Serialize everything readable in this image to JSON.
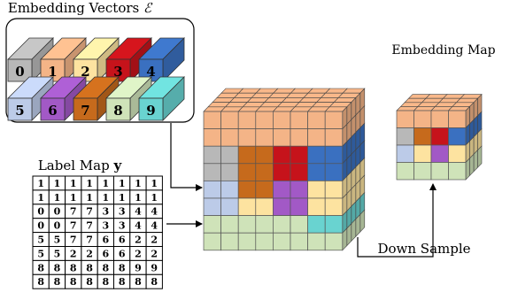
{
  "embedding_vectors": {
    "title": "Embedding Vectors",
    "symbol": "ℰ",
    "vectors": [
      {
        "id": "0",
        "color": "#b8b8b8"
      },
      {
        "id": "1",
        "color": "#f4b487"
      },
      {
        "id": "2",
        "color": "#fde3a0"
      },
      {
        "id": "3",
        "color": "#c6131b"
      },
      {
        "id": "4",
        "color": "#3a70c0"
      },
      {
        "id": "5",
        "color": "#bccbe8"
      },
      {
        "id": "6",
        "color": "#a259c6"
      },
      {
        "id": "7",
        "color": "#c66a1c"
      },
      {
        "id": "8",
        "color": "#cfe3b9"
      },
      {
        "id": "9",
        "color": "#69d3d0"
      }
    ]
  },
  "label_map": {
    "title": "Label Map",
    "symbol": "y",
    "rows": [
      [
        "1",
        "1",
        "1",
        "1",
        "1",
        "1",
        "1",
        "1"
      ],
      [
        "1",
        "1",
        "1",
        "1",
        "1",
        "1",
        "1",
        "1"
      ],
      [
        "0",
        "0",
        "7",
        "7",
        "3",
        "3",
        "4",
        "4"
      ],
      [
        "0",
        "0",
        "7",
        "7",
        "3",
        "3",
        "4",
        "4"
      ],
      [
        "5",
        "5",
        "7",
        "7",
        "6",
        "6",
        "2",
        "2"
      ],
      [
        "5",
        "5",
        "2",
        "2",
        "6",
        "6",
        "2",
        "2"
      ],
      [
        "8",
        "8",
        "8",
        "8",
        "8",
        "8",
        "9",
        "9"
      ],
      [
        "8",
        "8",
        "8",
        "8",
        "8",
        "8",
        "8",
        "8"
      ]
    ]
  },
  "embedding_map": {
    "title": "Embedding Map",
    "rows": [
      [
        "1",
        "1",
        "1",
        "1"
      ],
      [
        "0",
        "7",
        "3",
        "4"
      ],
      [
        "5",
        "2",
        "6",
        "2"
      ],
      [
        "8",
        "8",
        "8",
        "8"
      ]
    ]
  },
  "arrows": {
    "down_sample_label": "Down Sample"
  }
}
